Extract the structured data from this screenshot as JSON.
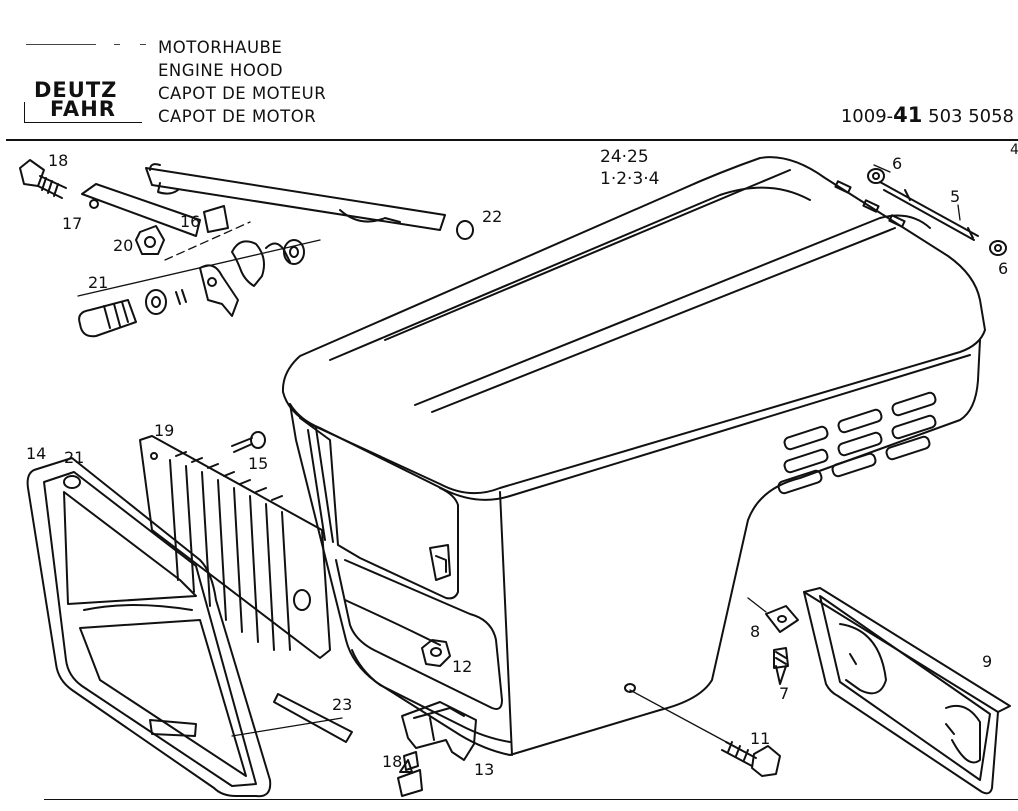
{
  "header": {
    "brand_line1": "DEUTZ",
    "brand_line2": "FAHR",
    "title_de": "MOTORHAUBE",
    "title_en": "ENGINE HOOD",
    "title_fr": "CAPOT DE MOTEUR",
    "title_es": "CAPOT DE MOTOR",
    "part_prefix": "1009-",
    "part_bold": "41",
    "part_suffix": " 503 5058",
    "edge_mark": "4"
  },
  "sheet_ref": {
    "line1": "24·25",
    "line2": "1·2·3·4"
  },
  "callouts": [
    "18",
    "17",
    "16",
    "20",
    "21",
    "22",
    "6",
    "5",
    "6",
    "19",
    "15",
    "14",
    "21",
    "12",
    "8",
    "7",
    "9",
    "23",
    "11",
    "18",
    "13"
  ]
}
